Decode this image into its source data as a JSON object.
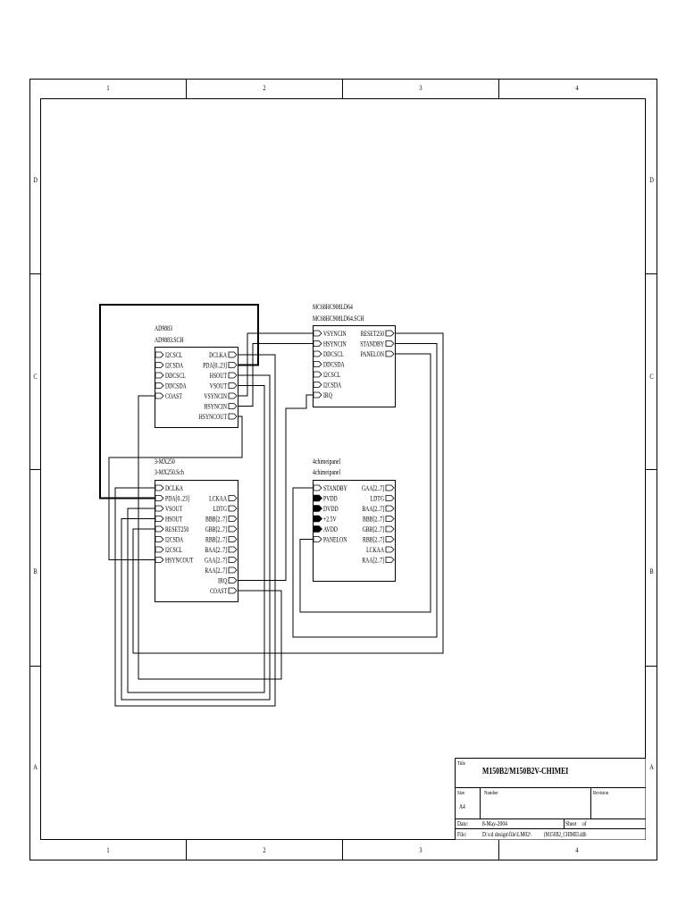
{
  "sheet_frame": {
    "columns": [
      "1",
      "2",
      "3",
      "4"
    ],
    "rows": [
      "D",
      "C",
      "B",
      "A"
    ]
  },
  "sheet_symbols": [
    {
      "designator": "AD9883",
      "filename": "AD9883.SCH",
      "left_ports": [
        "I2CSCL",
        "I2CSDA",
        "DDCSCL",
        "DDCSDA",
        "COAST"
      ],
      "right_ports": [
        "DCLKA",
        "PDA[0..23]",
        "HSOUT",
        "VSOUT",
        "VSYNCIN",
        "HSYNCIN",
        "HSYNCOUT"
      ]
    },
    {
      "designator": "MC68HC908LD64",
      "filename": "MC68HC908LD64.SCH",
      "left_ports": [
        "VSYNCIN",
        "HSYNCIN",
        "DDCSCL",
        "DDCSDA",
        "I2CSCL",
        "I2CSDA",
        "IRQ"
      ],
      "right_ports": [
        "RESET250",
        "STANDBY",
        "PANELON"
      ]
    },
    {
      "designator": "3-MX250",
      "filename": "3-MX250.Sch",
      "left_ports": [
        "DCLKA",
        "PDA[0..23]",
        "VSOUT",
        "HSOUT",
        "RESET250",
        "I2CSDA",
        "I2CSCL",
        "HSYNCOUT"
      ],
      "right_ports": [
        "LCKAA",
        "LDTG",
        "BBB[2..7]",
        "GBB[2..7]",
        "RBB[2..7]",
        "BAA[2..7]",
        "GAA[2..7]",
        "RAA[2..7]",
        "IRQ",
        "COAST"
      ]
    },
    {
      "designator": "4chimeipanel",
      "filename": "4chimeipanel",
      "left_ports": [
        "STANDBY",
        "PVDD",
        "DVDD",
        "+2.5V",
        "AVDD",
        "PANELON"
      ],
      "right_ports": [
        "GAA[2..7]",
        "LDTG",
        "BAA[2..7]",
        "BBB[2..7]",
        "GBB[2..7]",
        "RBB[2..7]",
        "LCKAA",
        "RAA[2..7]"
      ]
    }
  ],
  "title_block": {
    "title_label": "Title",
    "title": "M150B2/M150B2V-CHIMEI",
    "size_label": "Size",
    "size": "A4",
    "number_label": "Number",
    "revision_label": "Revision",
    "date_label": "Date:",
    "date": "8-May-2004",
    "sheet_label": "Sheet",
    "of_label": "of",
    "file_label": "File:",
    "file_path": "D:\\cd design\\file\\LM02\\",
    "file_name": "(M150B2_CHIMEI.ddb"
  },
  "colors": {
    "ink": "#000000",
    "paper": "#ffffff"
  }
}
